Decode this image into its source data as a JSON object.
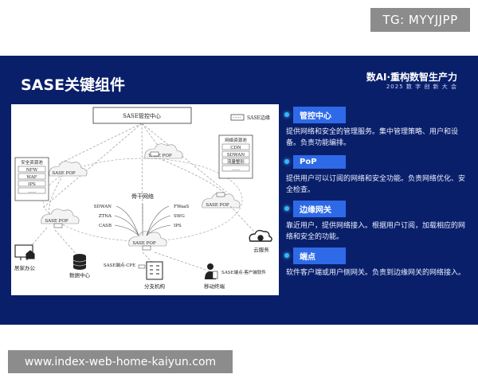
{
  "watermark_top": "TG: MYYJJPP",
  "watermark_bottom": "www.index-web-home-kaiyun.com",
  "slide": {
    "title": "SASE关键组件",
    "brand": "数AI·重构数智生产力",
    "brand_sub": "2025 数 字 创 新 大 会"
  },
  "diagram": {
    "mgmt_center": "SASE管控中心",
    "sase_edge": "SASE边缘",
    "security_pool": {
      "title": "安全资源池",
      "items": [
        "NFW",
        "WAF",
        "IPS",
        "……"
      ]
    },
    "network_pool": {
      "title": "网络资源池",
      "items": [
        "CDN",
        "SDWAN",
        "流量整形",
        "……"
      ]
    },
    "pop": "SASE POP",
    "backbone": "骨干网络",
    "left_services": [
      "SDWAN",
      "ZTNA",
      "CASB"
    ],
    "right_services": [
      "FWaaS",
      "SWG",
      "IPS"
    ],
    "cpe": "SASE端点-CPE",
    "client": "SASE端点-客户端软件",
    "nodes": {
      "home": "居家办公",
      "dc": "数据中心",
      "branch": "分支机构",
      "mobile": "移动终端",
      "cloud": "云服务"
    }
  },
  "components": [
    {
      "label": "管控中心",
      "desc": "提供网络和安全的管理服务。集中管理策略、用户和设备。负责功能编排。"
    },
    {
      "label": "PoP",
      "desc": "提供用户可以订阅的网络和安全功能。负责网络优化、安全检查。"
    },
    {
      "label": "边缘网关",
      "desc": "靠近用户，提供网络接入。根据用户订阅，加载相应的网络和安全的功能。"
    },
    {
      "label": "端点",
      "desc": "软件客户端或用户侧网关。负责到边缘网关的网络接入。"
    }
  ]
}
